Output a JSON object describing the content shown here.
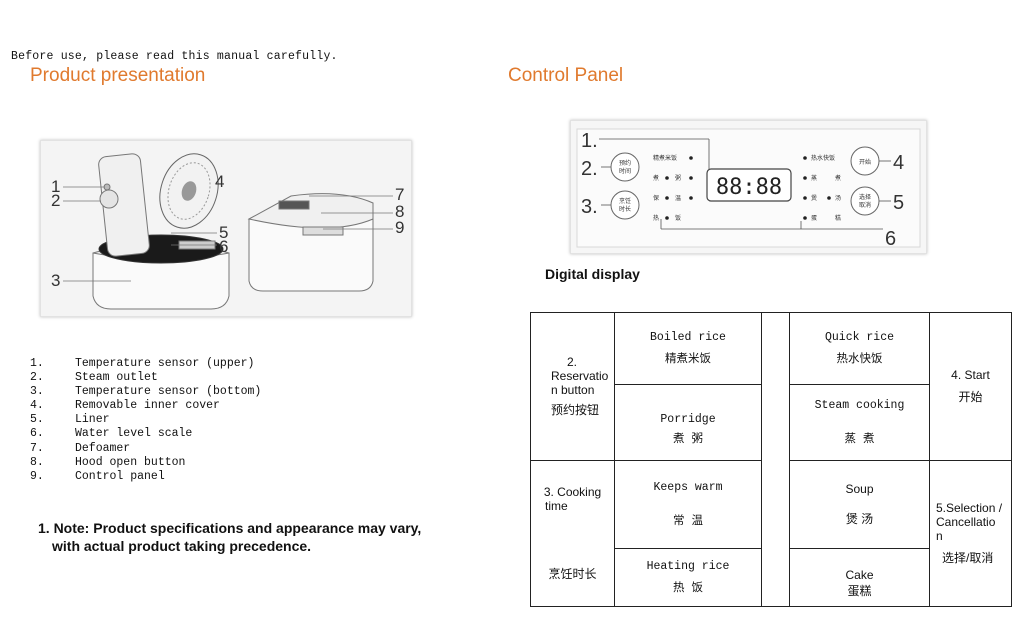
{
  "intro": "Before use, please read this manual carefully.",
  "left": {
    "title": "Product presentation",
    "figure_labels": [
      "1",
      "2",
      "3",
      "4",
      "5",
      "6",
      "7",
      "8",
      "9"
    ],
    "parts": [
      {
        "num": "1.",
        "label": "Temperature sensor (upper)"
      },
      {
        "num": "2.",
        "label": "Steam outlet"
      },
      {
        "num": "3.",
        "label": "Temperature sensor (bottom)"
      },
      {
        "num": "4.",
        "label": "Removable inner cover"
      },
      {
        "num": "5.",
        "label": "Liner"
      },
      {
        "num": "6.",
        "label": "Water level scale"
      },
      {
        "num": "7.",
        "label": "Defoamer"
      },
      {
        "num": "8.",
        "label": "Hood open button"
      },
      {
        "num": "9.",
        "label": "Control panel"
      }
    ],
    "note_line1": "1. Note: Product specifications and appearance may vary,",
    "note_line2": "with actual product taking precedence."
  },
  "right": {
    "title": "Control Panel",
    "panel": {
      "labels": [
        "1.",
        "2.",
        "3.",
        "4",
        "5",
        "6"
      ],
      "display": "88:88",
      "btn_left_top": [
        "预约",
        "时间"
      ],
      "btn_left_bottom": [
        "烹饪",
        "时长"
      ],
      "btn_right_top": [
        "开始"
      ],
      "btn_right_bottom": [
        "选择",
        "取消"
      ],
      "menu_left": [
        [
          "精煮米饭",
          ""
        ],
        [
          "煮",
          "粥"
        ],
        [
          "保",
          "温"
        ],
        [
          "热",
          "饭"
        ]
      ],
      "menu_right": [
        [
          "热水快饭",
          ""
        ],
        [
          "蒸",
          "煮"
        ],
        [
          "煲",
          "汤"
        ],
        [
          "蛋",
          "糕"
        ]
      ]
    },
    "subhead": "Digital display",
    "table": {
      "reservation": [
        "2.",
        "Reservatio",
        "n button",
        "预约按钮"
      ],
      "cooking_time": [
        "3. Cooking",
        "time",
        "烹饪时长"
      ],
      "start": [
        "4. Start",
        "开始"
      ],
      "selection": [
        "5.Selection /",
        "Cancellatio",
        "n",
        "选择/取消"
      ],
      "boiled_rice": [
        "Boiled rice",
        "精煮米饭"
      ],
      "porridge": [
        "Porridge",
        "煮 粥"
      ],
      "keeps_warm": [
        "Keeps warm",
        "常 温"
      ],
      "heating_rice": [
        "Heating rice",
        "热 饭"
      ],
      "quick_rice": [
        "Quick rice",
        "热水快饭"
      ],
      "steam_cooking": [
        "Steam cooking",
        "蒸 煮"
      ],
      "soup": [
        "Soup",
        "煲 汤"
      ],
      "cake": [
        "Cake",
        "蛋糕"
      ]
    }
  }
}
